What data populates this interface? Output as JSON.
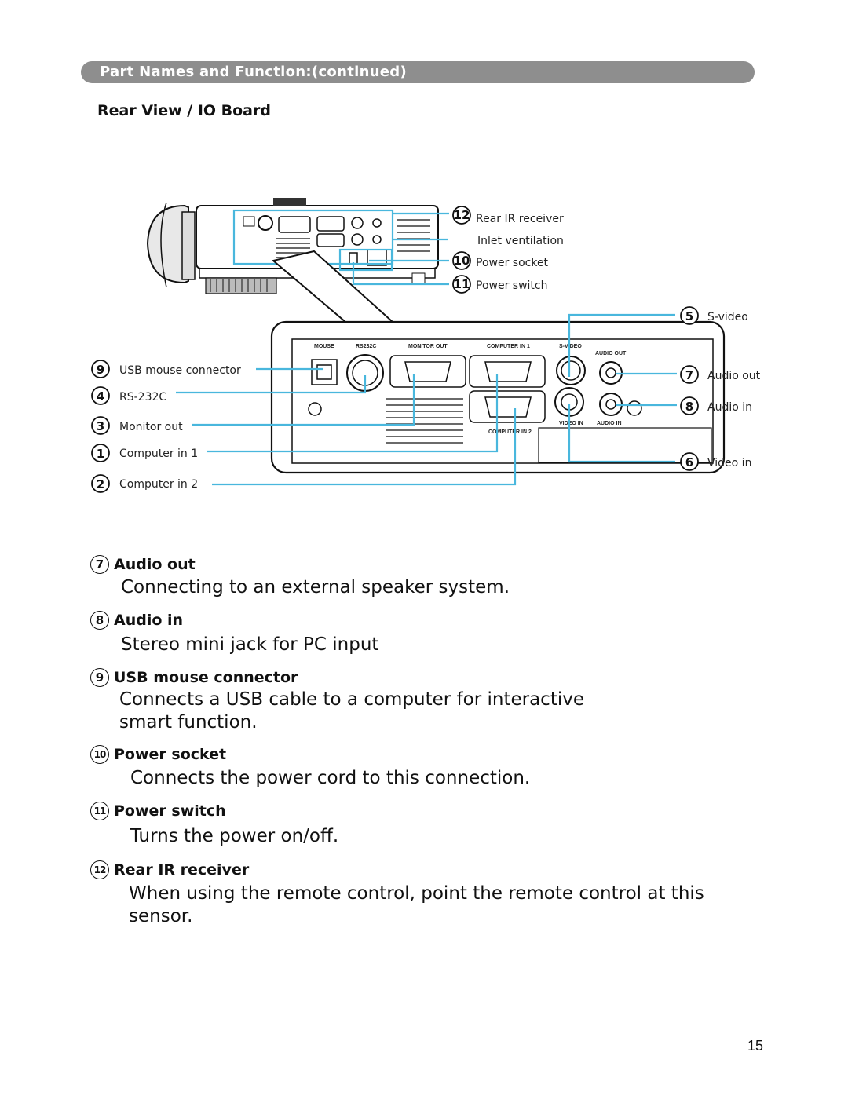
{
  "header": {
    "banner": "Part Names and Function:(continued)",
    "subhead": "Rear View / IO Board"
  },
  "callouts": {
    "c12": {
      "num": "12",
      "label": "Rear IR receiver"
    },
    "inlet": {
      "label": "Inlet ventilation"
    },
    "c10": {
      "num": "10",
      "label": "Power socket"
    },
    "c11": {
      "num": "11",
      "label": "Power switch"
    },
    "c5": {
      "num": "5",
      "label": "S-video"
    },
    "c7": {
      "num": "7",
      "label": "Audio out"
    },
    "c8": {
      "num": "8",
      "label": "Audio in"
    },
    "c6": {
      "num": "6",
      "label": "Video in"
    },
    "c9": {
      "num": "9",
      "label": "USB mouse connector"
    },
    "c4": {
      "num": "4",
      "label": "RS-232C"
    },
    "c3": {
      "num": "3",
      "label": "Monitor out"
    },
    "c1": {
      "num": "1",
      "label": "Computer in 1"
    },
    "c2": {
      "num": "2",
      "label": "Computer in 2"
    }
  },
  "board_labels": {
    "mouse": "MOUSE",
    "rs232c": "RS232C",
    "monitor_out": "MONITOR OUT",
    "computer_in_1": "COMPUTER IN 1",
    "s_video": "S-VIDEO",
    "audio_out": "AUDIO OUT",
    "video_in": "VIDEO IN",
    "audio_in": "AUDIO IN",
    "computer_in_2": "COMPUTER IN 2"
  },
  "items": [
    {
      "num": "7",
      "title": "Audio out",
      "desc": "Connecting to an external speaker system."
    },
    {
      "num": "8",
      "title": "Audio in",
      "desc": "Stereo mini jack for PC input"
    },
    {
      "num": "9",
      "title": "USB mouse connector",
      "desc": "Connects a USB cable to a computer for interactive smart function."
    },
    {
      "num": "10",
      "title": "Power socket",
      "desc": "Connects the power cord to this connection."
    },
    {
      "num": "11",
      "title": "Power switch",
      "desc": "Turns the power on/off."
    },
    {
      "num": "12",
      "title": "Rear IR receiver",
      "desc": "When using the remote control, point the remote control at this sensor."
    }
  ],
  "page_number": "15"
}
